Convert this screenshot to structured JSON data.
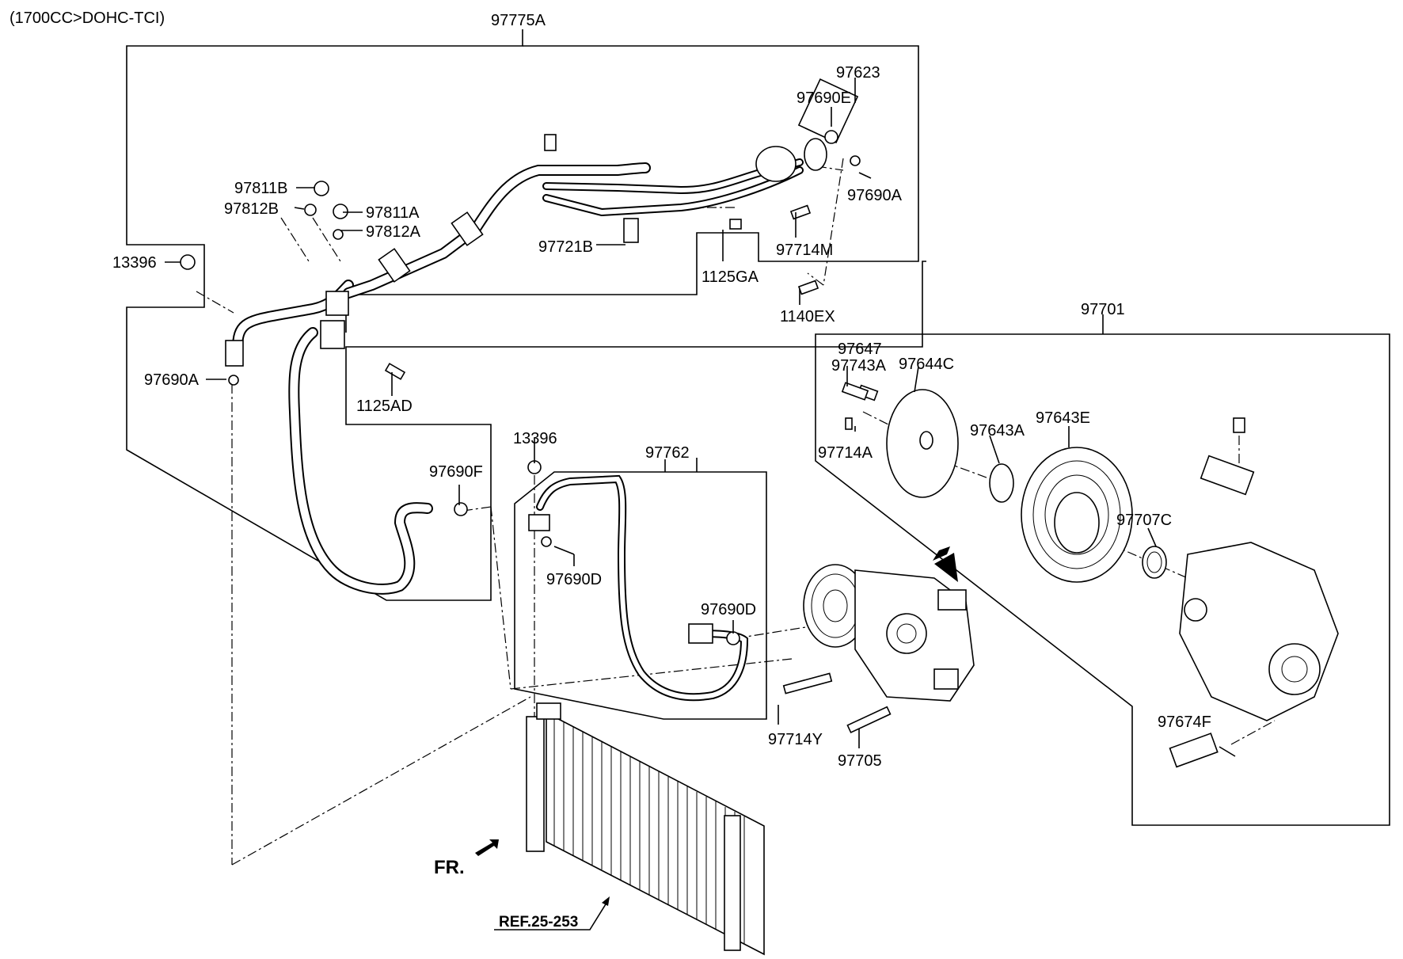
{
  "header": {
    "variant": "(1700CC>DOHC-TCI)"
  },
  "labels": {
    "p97775A": "97775A",
    "p97623": "97623",
    "p97690E": "97690E",
    "p97690A_top": "97690A",
    "p97811B": "97811B",
    "p97812B": "97812B",
    "p97811A": "97811A",
    "p97812A": "97812A",
    "p13396_left": "13396",
    "p97721B": "97721B",
    "p1125GA": "1125GA",
    "p97714M": "97714M",
    "p1140EX": "1140EX",
    "p97690A_left": "97690A",
    "p1125AD": "1125AD",
    "p13396_mid": "13396",
    "p97762": "97762",
    "p97690F": "97690F",
    "p97690D_a": "97690D",
    "p97690D_b": "97690D",
    "p97714Y": "97714Y",
    "p97705": "97705",
    "p97701": "97701",
    "p97647": "97647",
    "p97743A": "97743A",
    "p97644C": "97644C",
    "p97643A": "97643A",
    "p97643E": "97643E",
    "p97714A": "97714A",
    "p97707C": "97707C",
    "p97674F": "97674F",
    "fr": "FR.",
    "ref": "REF.25-253"
  }
}
